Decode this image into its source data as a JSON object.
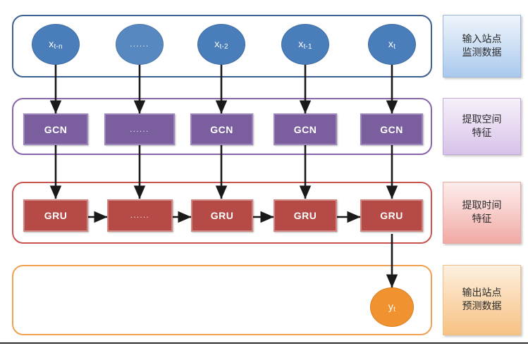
{
  "diagram": {
    "title": "GCN-GRU spatio-temporal prediction architecture",
    "colors": {
      "input_node": "#4a7ebb",
      "gcn_box": "#7a5e9e",
      "gru_box": "#b54a46",
      "output_node": "#f0922f",
      "band_blue": "#3c6090",
      "band_purple": "#8a64ab",
      "band_red": "#c9534f",
      "band_orange": "#f0a050",
      "arrow": "#1a1a1a"
    },
    "rows": [
      {
        "id": "input-row",
        "band_color": "#3c6090",
        "nodes": [
          {
            "base": "x",
            "sub": "t-n",
            "dots": false
          },
          {
            "base": "......",
            "sub": "",
            "dots": true
          },
          {
            "base": "x",
            "sub": "t-2",
            "dots": false
          },
          {
            "base": "x",
            "sub": "t-1",
            "dots": false
          },
          {
            "base": "x",
            "sub": "t",
            "dots": false
          }
        ]
      },
      {
        "id": "gcn-row",
        "band_color": "#8a64ab",
        "nodes": [
          {
            "label": "GCN",
            "dots": false
          },
          {
            "label": "......",
            "dots": true
          },
          {
            "label": "GCN",
            "dots": false
          },
          {
            "label": "GCN",
            "dots": false
          },
          {
            "label": "GCN",
            "dots": false
          }
        ]
      },
      {
        "id": "gru-row",
        "band_color": "#c9534f",
        "nodes": [
          {
            "label": "GRU",
            "dots": false
          },
          {
            "label": "......",
            "dots": true
          },
          {
            "label": "GRU",
            "dots": false
          },
          {
            "label": "GRU",
            "dots": false
          },
          {
            "label": "GRU",
            "dots": false
          }
        ]
      },
      {
        "id": "output-row",
        "band_color": "#f0a050",
        "nodes": [
          {
            "base": "y",
            "sub": "t",
            "dots": false
          }
        ]
      }
    ],
    "legend": [
      {
        "id": "legend-input",
        "line1": "输入站点",
        "line2": "监测数据",
        "color": "#a9c9ee"
      },
      {
        "id": "legend-spatial",
        "line1": "提取空间",
        "line2": "特征",
        "color": "#d7c2e8"
      },
      {
        "id": "legend-temporal",
        "line1": "提取时间",
        "line2": "特征",
        "color": "#f2a9a4"
      },
      {
        "id": "legend-output",
        "line1": "输出站点",
        "line2": "预测数据",
        "color": "#f7c183"
      }
    ]
  }
}
